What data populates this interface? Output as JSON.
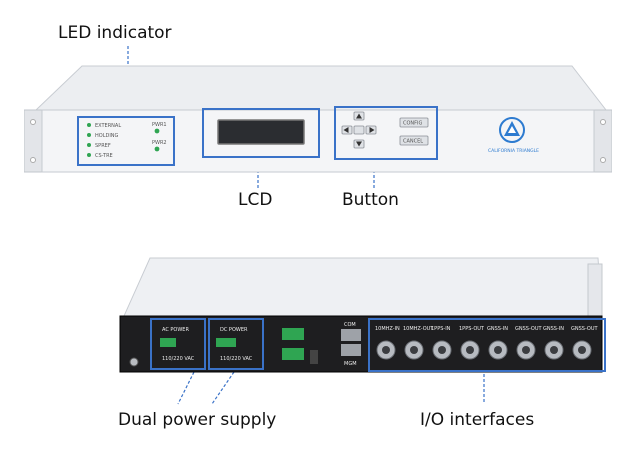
{
  "labels": {
    "led_indicator": "LED indicator",
    "lcd": "LCD",
    "button": "Button",
    "dual_power_supply": "Dual power supply",
    "io_interfaces": "I/O interfaces"
  },
  "front_panel": {
    "led_labels": [
      "EXTERNAL",
      "HOLDING",
      "SPREF",
      "CS-TRE"
    ],
    "pwr_labels": [
      "PWR1",
      "PWR2"
    ],
    "buttons": [
      "CONFIG",
      "CANCEL"
    ],
    "brand": "CALIFORNIA TRIANGLE"
  },
  "rear_panel": {
    "ac_power_label": "AC POWER",
    "dc_power_label": "DC POWER",
    "ac_rating": "110/220 VAC",
    "dc_rating": "110/220 VAC",
    "com_label": "COM",
    "mgmt_label": "MGM",
    "io_ports": [
      "10MHZ-IN",
      "10MHZ-OUT",
      "1PPS-IN",
      "1PPS-OUT",
      "GNSS-IN",
      "GNSS-OUT",
      "GNSS-IN",
      "GNSS-OUT"
    ]
  },
  "colors": {
    "highlight": "#3a72c8",
    "chassis": "#e6e8ec",
    "rear_panel": "#1e1e20",
    "terminal_green": "#2fa552"
  }
}
